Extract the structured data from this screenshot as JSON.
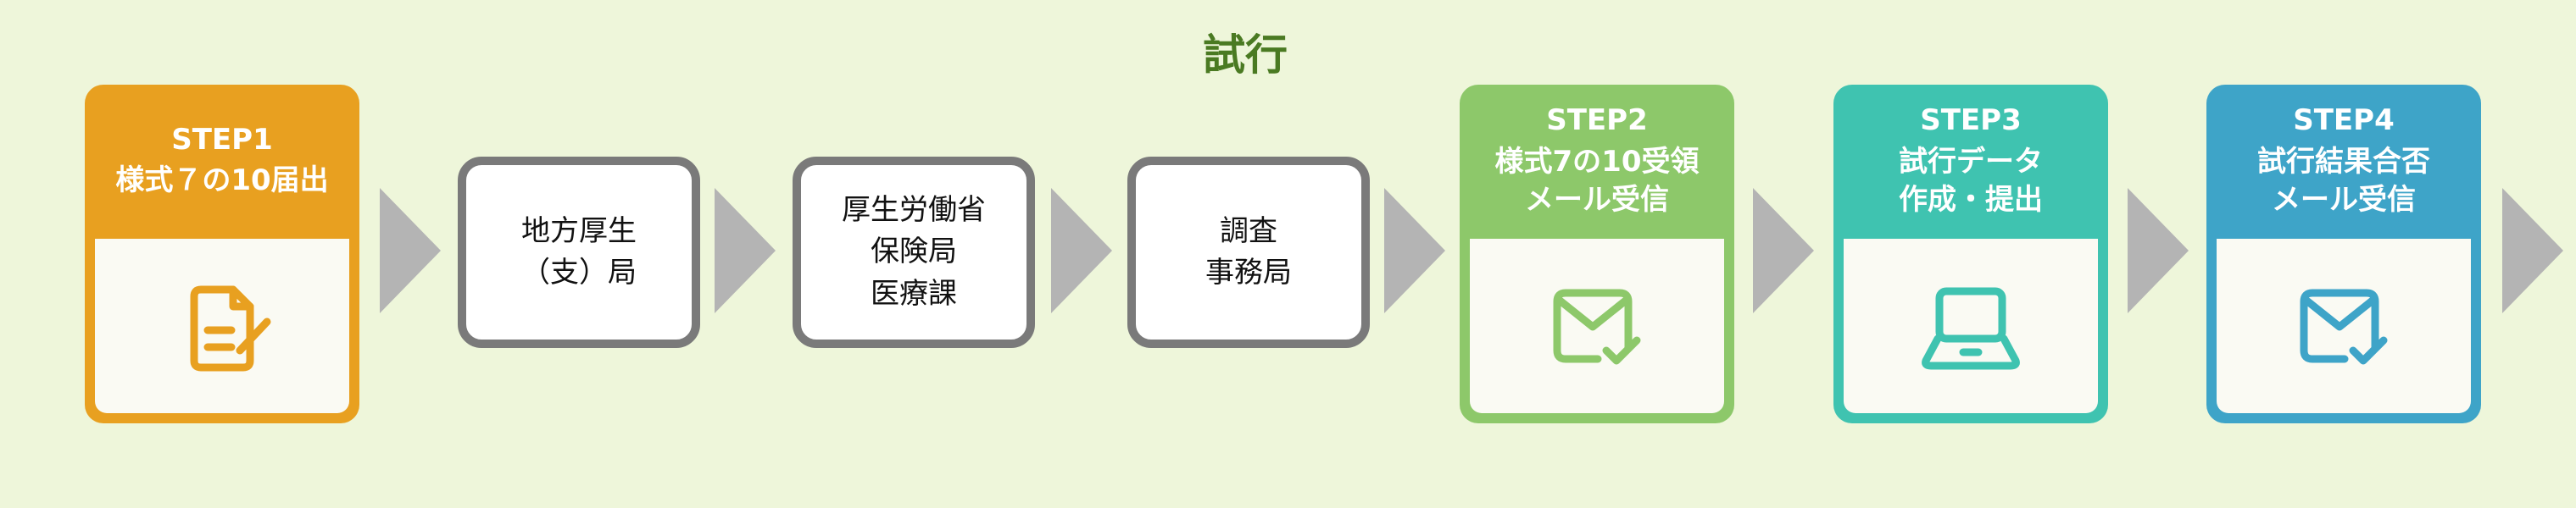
{
  "title": "試行",
  "colors": {
    "step1": "#e8a020",
    "step2": "#8dc86a",
    "step3": "#3fc3b0",
    "step4": "#3ea4c8",
    "box_border": "#7a7a7a",
    "arrow": "#b4b4b4",
    "background": "#eef6da"
  },
  "steps": [
    {
      "step": "STEP1",
      "label": "様式７の10届出",
      "icon": "document-pen-icon"
    },
    {
      "step": "STEP2",
      "label": "様式7の10受領\nメール受信",
      "icon": "mail-check-icon"
    },
    {
      "step": "STEP3",
      "label": "試行データ\n作成・提出",
      "icon": "laptop-icon"
    },
    {
      "step": "STEP4",
      "label": "試行結果合否\nメール受信",
      "icon": "mail-check-icon"
    }
  ],
  "agencies": [
    {
      "label": "地方厚生\n（支）局"
    },
    {
      "label": "厚生労働省\n保険局\n医療課"
    },
    {
      "label": "調査\n事務局"
    }
  ]
}
